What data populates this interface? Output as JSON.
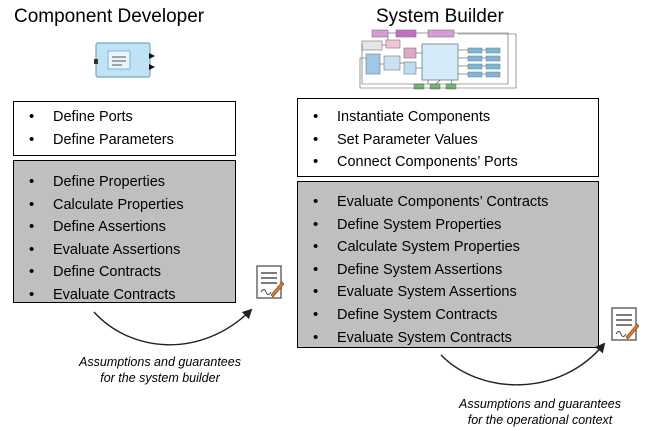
{
  "component_developer": {
    "title": "Component Developer",
    "interface_items": [
      "Define Ports",
      "Define Parameters"
    ],
    "analysis_items": [
      "Define Properties",
      "Calculate Properties",
      "Define Assertions",
      "Evaluate Assertions",
      "Define Contracts",
      "Evaluate Contracts"
    ],
    "caption_line1": "Assumptions and guarantees",
    "caption_line2": "for the system builder"
  },
  "system_builder": {
    "title": "System Builder",
    "interface_items": [
      "Instantiate Components",
      "Set Parameter Values",
      "Connect Components’ Ports"
    ],
    "analysis_items": [
      "Evaluate Components’ Contracts",
      "Define System Properties",
      "Calculate System Properties",
      "Define System Assertions",
      "Evaluate System Assertions",
      "Define System Contracts",
      "Evaluate System Contracts"
    ],
    "caption_line1": "Assumptions and guarantees",
    "caption_line2": "for the operational context"
  },
  "icons": {
    "component": "component-block-icon",
    "system": "system-diagram-icon",
    "contract": "contract-document-icon"
  },
  "colors": {
    "analysis_box_fill": "#bfbfbf",
    "interface_box_fill": "#ffffff",
    "component_fill": "#bfe3f5",
    "document_pen": "#e07a2e"
  }
}
